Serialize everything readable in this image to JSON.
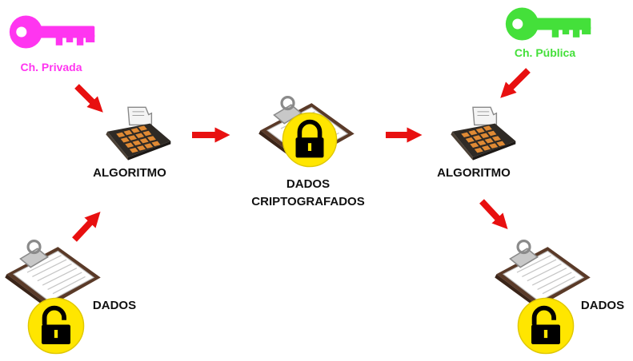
{
  "colors": {
    "private_key": "#ff35f0",
    "public_key": "#44e03a",
    "arrow": "#e81010",
    "lock": "#ffe600"
  },
  "private_key": {
    "label": "Ch. Privada",
    "icon": "key-icon"
  },
  "public_key": {
    "label": "Ch. Pública",
    "icon": "key-icon"
  },
  "nodes": {
    "input_data": {
      "label": "DADOS",
      "icon": "clipboard-icon",
      "lock": "unlocked-padlock-icon"
    },
    "algorithm_left": {
      "label": "ALGORITMO",
      "icon": "calculator-icon"
    },
    "encrypted": {
      "label_line1": "DADOS",
      "label_line2": "CRIPTOGRAFADOS",
      "icon": "clipboard-icon",
      "lock": "locked-padlock-icon"
    },
    "algorithm_right": {
      "label": "ALGORITMO",
      "icon": "calculator-icon"
    },
    "output_data": {
      "label": "DADOS",
      "icon": "clipboard-icon",
      "lock": "unlocked-padlock-icon"
    }
  }
}
